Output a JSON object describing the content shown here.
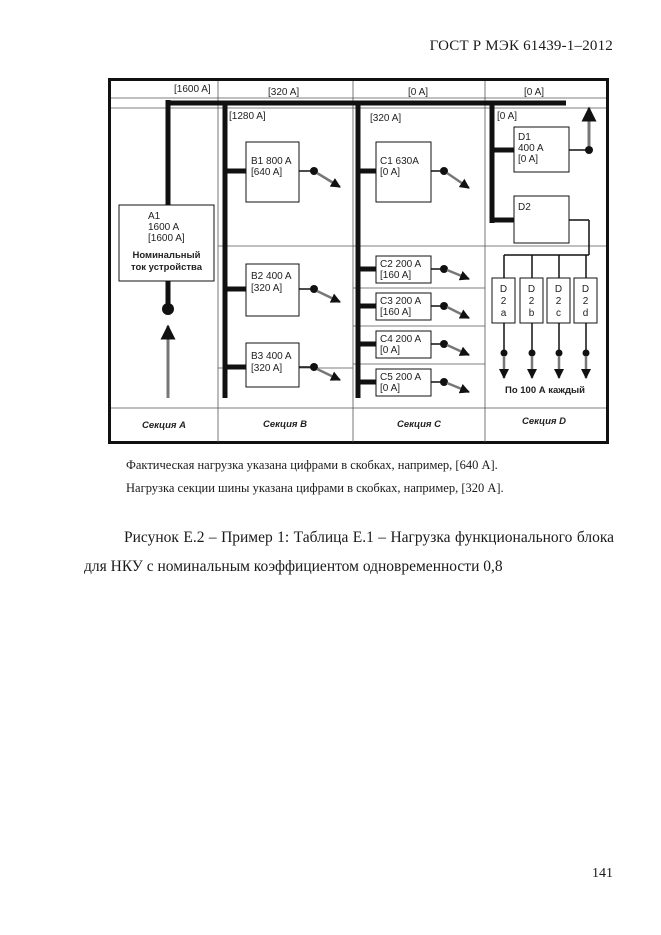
{
  "header": {
    "standard": "ГОСТ Р МЭК 61439-1–2012"
  },
  "diagram": {
    "top_loads": [
      "[1600 A]",
      "[320 A]",
      "[0 A]",
      "[0 A]"
    ],
    "section_b_bus_load": "[1280 A]",
    "section_c_bus_load": "[320 A]",
    "section_d_bus_load": "[0 A]",
    "incomer": {
      "name": "A1",
      "rating": "1600 A",
      "load": "[1600 A]",
      "note_line1": "Номинальный",
      "note_line2": "ток устройства"
    },
    "units": {
      "b1": {
        "name": "B1 800 A",
        "load": "[640 A]"
      },
      "b2": {
        "name": "B2 400 A",
        "load": "[320 A]"
      },
      "b3": {
        "name": "B3 400 A",
        "load": "[320 A]"
      },
      "c1": {
        "name": "C1 630A",
        "load": "[0 A]"
      },
      "c2": {
        "name": "C2 200 A",
        "load": "[160 A]"
      },
      "c3": {
        "name": "C3 200 A",
        "load": "[160 A]"
      },
      "c4": {
        "name": "C4 200 A",
        "load": "[0 A]"
      },
      "c5": {
        "name": "C5 200 A",
        "load": "[0 A]"
      },
      "d1": {
        "name": "D1",
        "rating": "400 A",
        "load": "[0 A]"
      },
      "d2": {
        "name": "D2"
      }
    },
    "d2_outputs": [
      {
        "l1": "D",
        "l2": "2",
        "l3": "a"
      },
      {
        "l1": "D",
        "l2": "2",
        "l3": "b"
      },
      {
        "l1": "D",
        "l2": "2",
        "l3": "c"
      },
      {
        "l1": "D",
        "l2": "2",
        "l3": "d"
      }
    ],
    "d2_outputs_label": "По 100 А каждый",
    "sections": [
      "Секция A",
      "Секция B",
      "Секция C",
      "Секция D"
    ]
  },
  "notes": [
    "Фактическая нагрузка указана цифрами в скобках, например, [640 A].",
    "Нагрузка секции шины указана цифрами в скобках, например, [320 A]."
  ],
  "caption": {
    "line1": "Рисунок Е.2 – Пример 1: Таблица Е.1 – Нагрузка функционального блока",
    "line2": "для НКУ с номинальным коэффициентом одновременности 0,8"
  },
  "page_number": "141"
}
